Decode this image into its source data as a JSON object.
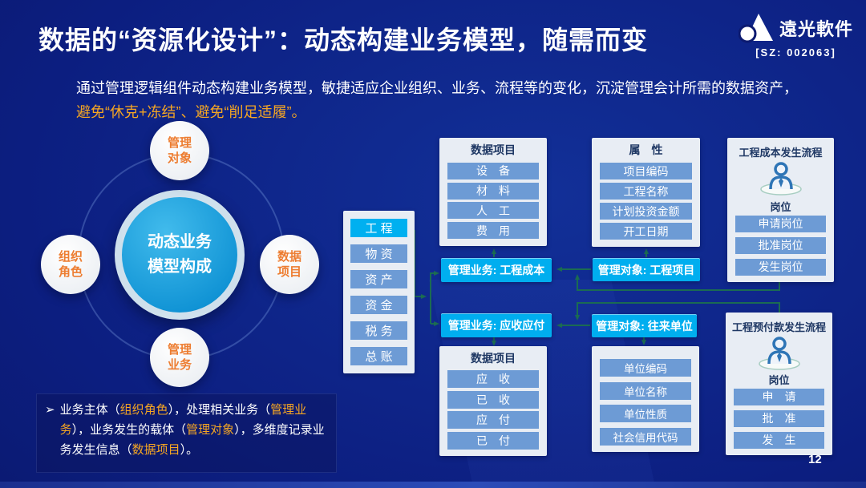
{
  "header": {
    "title": "数据的“资源化设计”：动态构建业务模型，随需而变",
    "logo": {
      "name": "遠光軟件",
      "stock": "[SZ: 002063]"
    }
  },
  "intro": {
    "line1": "通过管理逻辑组件动态构建业务模型，敏捷适应企业组织、业务、流程等的变化，沉淀管理会计所需的数据资产，",
    "line2": "避免“休克+冻结”、避免“削足适履”。"
  },
  "model_diagram": {
    "center": {
      "line1": "动态业务",
      "line2": "模型构成"
    },
    "satellites": [
      {
        "position": "top",
        "line1": "管理",
        "line2": "对象"
      },
      {
        "position": "left",
        "line1": "组织",
        "line2": "角色"
      },
      {
        "position": "right",
        "line1": "数据",
        "line2": "项目"
      },
      {
        "position": "bottom",
        "line1": "管理",
        "line2": "业务"
      }
    ]
  },
  "module_list": {
    "selected_index": 0,
    "items": [
      "工 程",
      "物 资",
      "资 产",
      "资 金",
      "税 务",
      "总 账"
    ]
  },
  "panels": {
    "data_top": {
      "title": "数据项目",
      "items": [
        "设　备",
        "材　料",
        "人　工",
        "费　用"
      ]
    },
    "attributes": {
      "title": "属　性",
      "items": [
        "项目编码",
        "工程名称",
        "计划投资金额",
        "开工日期"
      ]
    },
    "process_cost": {
      "title": "工程成本发生流程",
      "role_label": "岗位",
      "items": [
        "申请岗位",
        "批准岗位",
        "发生岗位"
      ]
    },
    "data_bottom": {
      "title": "数据项目",
      "items": [
        "应　收",
        "已　收",
        "应　付",
        "已　付"
      ]
    },
    "unit_attributes": {
      "items": [
        "单位编码",
        "单位名称",
        "单位性质",
        "社会信用代码"
      ]
    },
    "process_prepay": {
      "title": "工程预付款发生流程",
      "role_label": "岗位",
      "items": [
        "申　请",
        "批　准",
        "发　生"
      ]
    }
  },
  "links": {
    "biz_cost": "管理业务: 工程成本",
    "obj_project": "管理对象: 工程项目",
    "biz_ar_ap": "管理业务: 应收应付",
    "obj_counterparty": "管理对象: 往来单位"
  },
  "note": {
    "bullet": "➢",
    "segments": [
      {
        "text": "业务主体（",
        "highlight": false
      },
      {
        "text": "组织角色",
        "highlight": true
      },
      {
        "text": "），处理相关业务（",
        "highlight": false
      },
      {
        "text": "管理业务",
        "highlight": true
      },
      {
        "text": "），业务发生的载体（",
        "highlight": false
      },
      {
        "text": "管理对象",
        "highlight": true
      },
      {
        "text": "），多维度记录业务发生信息（",
        "highlight": false
      },
      {
        "text": "数据项目",
        "highlight": true
      },
      {
        "text": "）。",
        "highlight": false
      }
    ]
  },
  "page": {
    "number": "12"
  },
  "colors": {
    "accent_orange": "#F5A623",
    "satellite_orange": "#ED7D31",
    "link_cyan": "#00AEEF",
    "selected_cyan": "#00B0F0",
    "item_blue": "#6D9BD5",
    "panel_bg": "#E8EDF4",
    "header_navy": "#1F3864",
    "connector_teal": "#1B6B52"
  }
}
